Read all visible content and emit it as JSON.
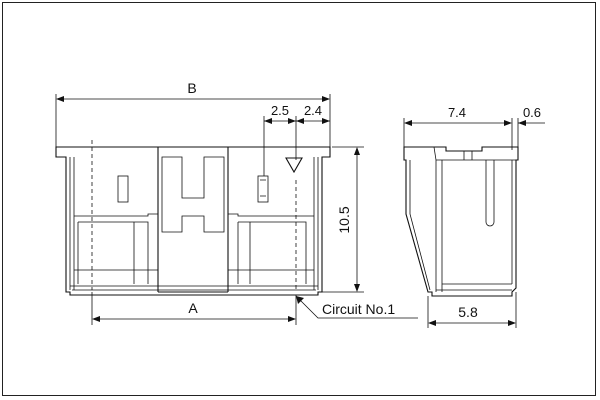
{
  "dimensions": {
    "overall_width": "B",
    "pitch": "A",
    "pin_offset": "2.5",
    "edge_offset": "2.4",
    "height": "10.5",
    "side_depth": "7.4",
    "side_lip": "0.6",
    "side_base": "5.8"
  },
  "callouts": {
    "circuit_label": "Circuit No.1"
  },
  "colors": {
    "line": "#111111",
    "background": "#ffffff"
  }
}
